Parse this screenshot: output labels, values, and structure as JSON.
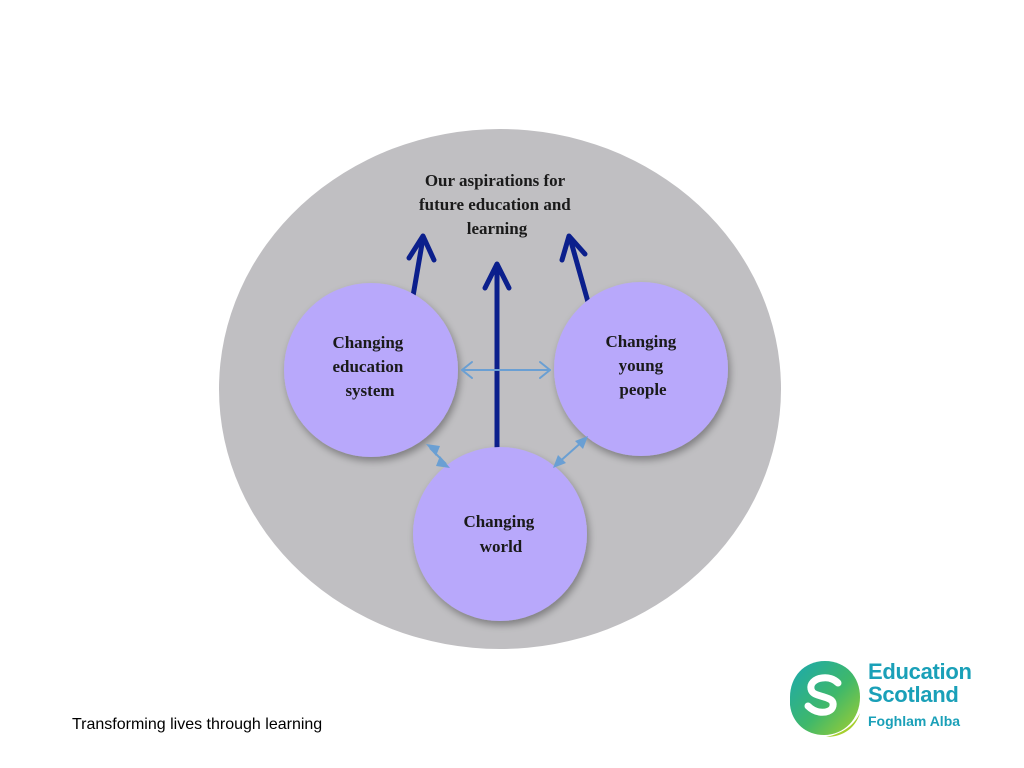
{
  "diagram": {
    "goal_lines": [
      "Our aspirations for",
      "future education and",
      "learning"
    ],
    "nodes": {
      "education_system": [
        "Changing",
        "education",
        "system"
      ],
      "young_people": [
        "Changing",
        "young",
        "people"
      ],
      "world": [
        "Changing",
        "world"
      ]
    }
  },
  "footer": {
    "tagline": "Transforming lives through learning"
  },
  "logo": {
    "line1": "Education",
    "line2": "Scotland",
    "line3": "Foghlam Alba"
  },
  "colors": {
    "outer_circle": "#c0bfc2",
    "node_fill": "#b8a8fb",
    "main_arrow": "#0b1f8c",
    "link_arrow": "#6a9fd3",
    "logo_teal": "#1aa0b8"
  }
}
